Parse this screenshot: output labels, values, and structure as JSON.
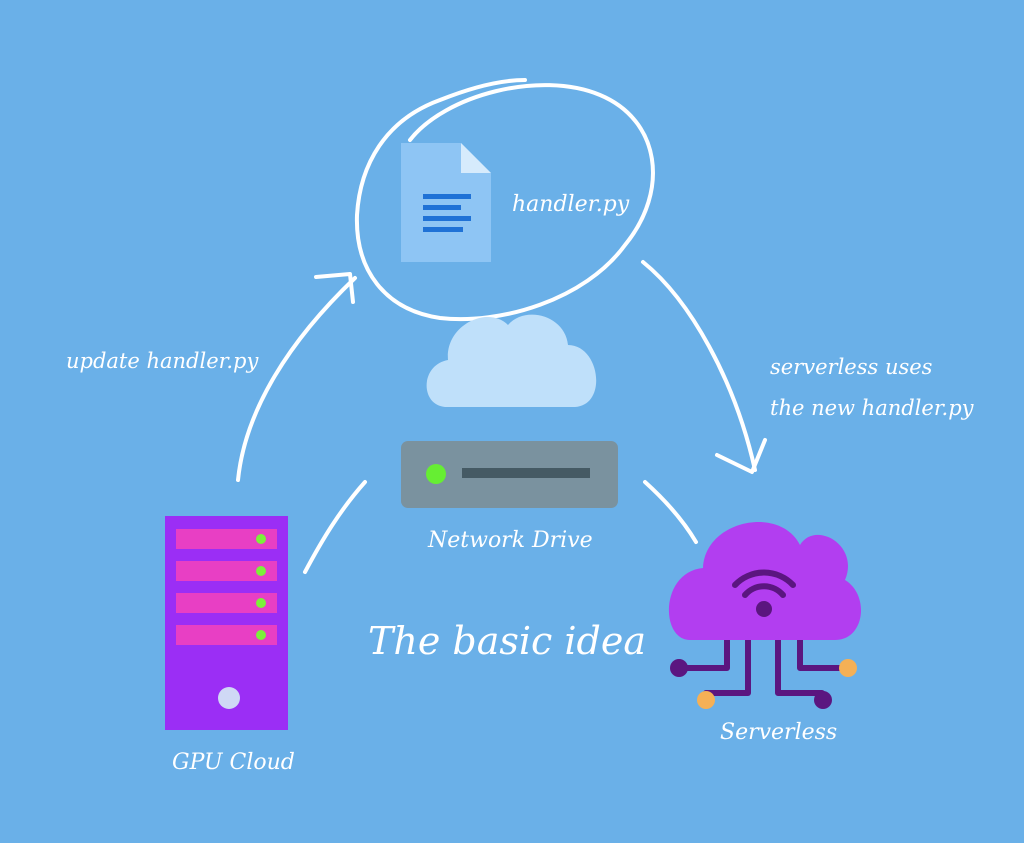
{
  "diagram": {
    "title": "The basic idea",
    "file": {
      "label": "handler.py",
      "icon": "document-icon"
    },
    "network_drive": {
      "label": "Network Drive",
      "icon": "storage-drive-icon",
      "status_color": "#66ee33"
    },
    "gpu_cloud": {
      "label": "GPU Cloud",
      "icon": "server-tower-icon",
      "color": "#9b2ef5",
      "slot_color": "#e83fc4",
      "led_color": "#7cf03a"
    },
    "serverless": {
      "label": "Serverless",
      "icon": "wifi-cloud-icon",
      "color": "#b23ef0"
    },
    "edges": {
      "update": "update  handler.py",
      "uses_line1": "serverless uses",
      "uses_line2": "the new handler.py"
    }
  },
  "colors": {
    "background": "#6ab0e8",
    "ink": "#ffffff"
  }
}
